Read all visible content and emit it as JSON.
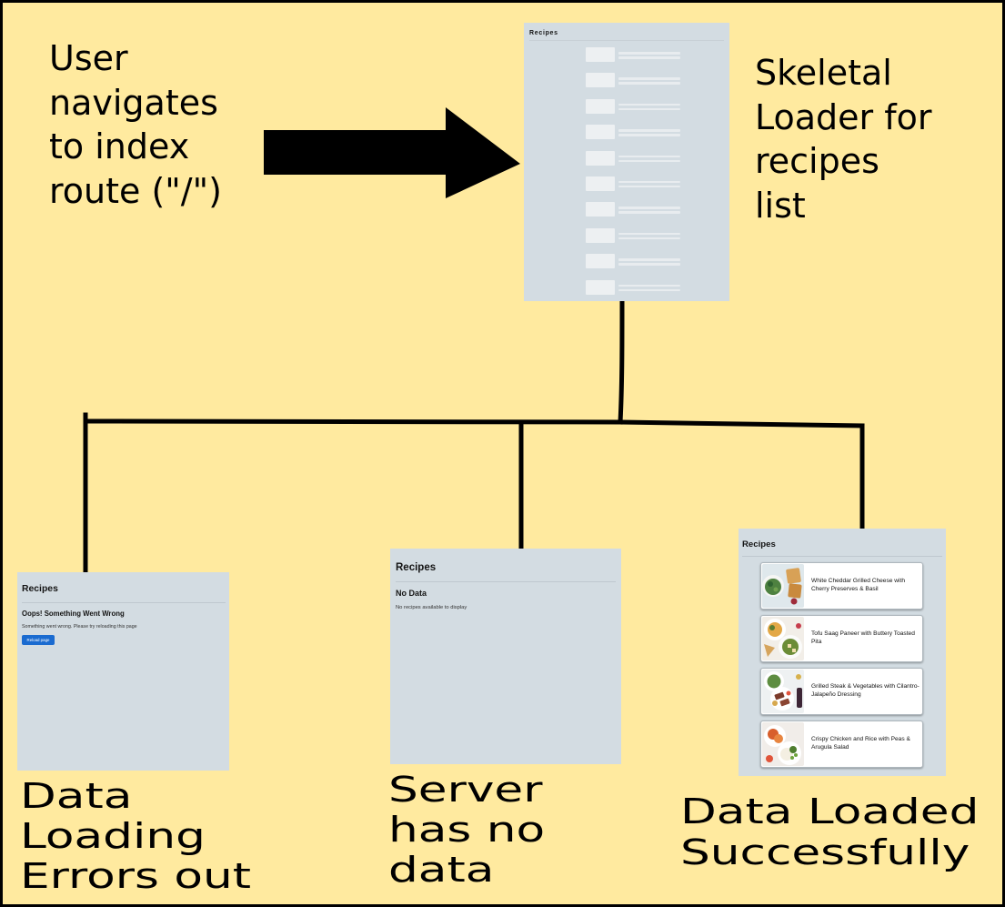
{
  "colors": {
    "background": "#ffea9f",
    "screen": "#d3dce2",
    "accent": "#1a6bd0"
  },
  "labels": {
    "start": [
      "User",
      "navigates",
      "to index",
      "route (\"/\")"
    ],
    "loader": [
      "Skeletal",
      "Loader for",
      "recipes",
      "list"
    ],
    "error": [
      "Data",
      "Loading",
      "Errors out"
    ],
    "empty": [
      "Server",
      "has no",
      "data"
    ],
    "success": [
      "Data Loaded",
      "Successfully"
    ]
  },
  "screens": {
    "skeleton": {
      "title": "Recipes"
    },
    "error": {
      "title": "Recipes",
      "heading": "Oops! Something Went Wrong",
      "message": "Something went wrong. Please try reloading this page",
      "button_label": "Reload page"
    },
    "empty": {
      "title": "Recipes",
      "heading": "No Data",
      "message": "No recipes available to display"
    },
    "success": {
      "title": "Recipes",
      "recipes": [
        "White Cheddar Grilled Cheese with Cherry Preserves & Basil",
        "Tofu Saag Paneer with Buttery Toasted Pita",
        "Grilled Steak & Vegetables with Cilantro-Jalapeño Dressing",
        "Crispy Chicken and Rice with Peas & Arugula Salad"
      ]
    }
  }
}
